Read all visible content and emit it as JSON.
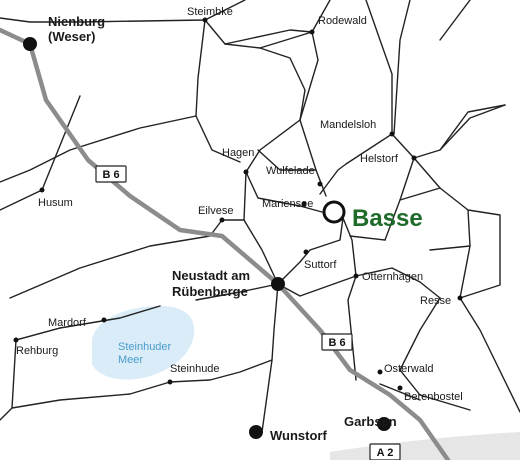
{
  "colors": {
    "highlight": "#1f6b2a",
    "lake_fill": "#d9ecf7",
    "lake_label": "#4a9ccc",
    "highway": "#8c8c8c",
    "road": "#222222"
  },
  "highlight_place": "Basse",
  "places": {
    "nienburg": "Nienburg\n(Weser)",
    "steimbke": "Steimbke",
    "rodewald": "Rodewald",
    "mandelsloh": "Mandelsloh",
    "helstorf": "Helstorf",
    "hagen": "Hagen",
    "wulfelade": "Wulfelade",
    "husum": "Husum",
    "eilvese": "Eilvese",
    "mariensee": "Mariensee",
    "suttorf": "Suttorf",
    "otternhagen": "Otternhagen",
    "resse": "Resse",
    "neustadt": "Neustadt am\nRübenberge",
    "mardorf": "Mardorf",
    "rehburg": "Rehburg",
    "steinhude": "Steinhude",
    "osterwald": "Osterwald",
    "berenbostel": "Berenbostel",
    "garbsen": "Garbsen",
    "wunstorf": "Wunstorf"
  },
  "lake": "Steinhuder\nMeer",
  "highways": {
    "b6_upper": "B 6",
    "b6_lower": "B 6",
    "a2": "A 2"
  }
}
